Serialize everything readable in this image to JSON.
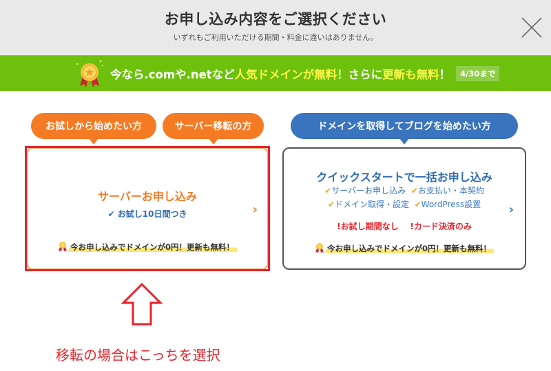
{
  "header": {
    "title": "お申し込み内容をご選択ください",
    "subtitle": "いずれもご利用いただける期間・料金に違いはありません。",
    "close_icon": "close-icon"
  },
  "banner": {
    "icon": "medal-icon",
    "text_1": "今なら.comや.netなど",
    "text_2": "人気ドメインが無料",
    "text_3": "！さらに",
    "text_4": "更新も無料",
    "text_5": "！",
    "deadline": "4/30まで",
    "colors": {
      "background": "#6dc00c",
      "highlight": "#fff84a"
    }
  },
  "bubbles": [
    {
      "label": "お試しから始めたい方",
      "color": "#f47a24"
    },
    {
      "label": "サーバー移転の方",
      "color": "#f47a24"
    },
    {
      "label": "ドメインを取得してブログを始めたい方",
      "color": "#3a74be"
    }
  ],
  "cards": {
    "server": {
      "title": "サーバーお申し込み",
      "trial_check": "✔",
      "trial": "お試し10日間つき",
      "promo": "今お申し込みでドメインが0円！更新も無料！",
      "chevron": "›"
    },
    "quickstart": {
      "title": "クイックスタートで一括お申し込み",
      "features": [
        "サーバーお申し込み",
        "お支払い・本契約",
        "ドメイン取得・設定",
        "WordPress設置"
      ],
      "check": "✔",
      "warnings": [
        "!お試し期間なし",
        "!カード決済のみ"
      ],
      "promo": "今お申し込みでドメインが0円！更新も無料！",
      "chevron": "›"
    }
  },
  "annotation": {
    "arrow_icon": "up-arrow-icon",
    "note": "移転の場合はこっちを選択",
    "color": "#e8232a"
  }
}
